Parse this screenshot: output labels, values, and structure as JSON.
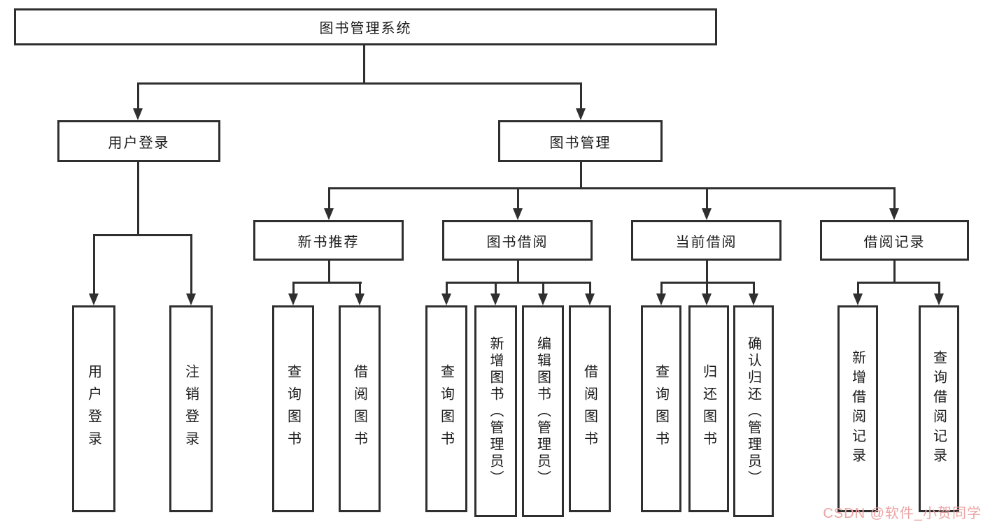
{
  "diagram": {
    "title": "图书管理系统",
    "root": "图书管理系统",
    "branches": [
      {
        "label": "用户登录",
        "children": [
          {
            "label": "用户登录"
          },
          {
            "label": "注销登录"
          }
        ]
      },
      {
        "label": "图书管理",
        "groups": [
          {
            "label": "新书推荐",
            "children": [
              {
                "label": "查询图书"
              },
              {
                "label": "借阅图书"
              }
            ]
          },
          {
            "label": "图书借阅",
            "children": [
              {
                "label": "查询图书"
              },
              {
                "label": "新增图书（管理员）"
              },
              {
                "label": "编辑图书（管理员）"
              },
              {
                "label": "借阅图书"
              }
            ]
          },
          {
            "label": "当前借阅",
            "children": [
              {
                "label": "查询图书"
              },
              {
                "label": "归还图书"
              },
              {
                "label": "确认归还（管理员）"
              }
            ]
          },
          {
            "label": "借阅记录",
            "children": [
              {
                "label": "新增借阅记录"
              },
              {
                "label": "查询借阅记录"
              }
            ]
          }
        ]
      }
    ]
  },
  "watermark": {
    "text": "CSDN @软件_小贺同学",
    "color": "#eda4a4"
  },
  "colors": {
    "line": "#2f2f2f",
    "box_border": "#2f2f2f",
    "text": "#1c1c1c",
    "background": "#ffffff"
  }
}
